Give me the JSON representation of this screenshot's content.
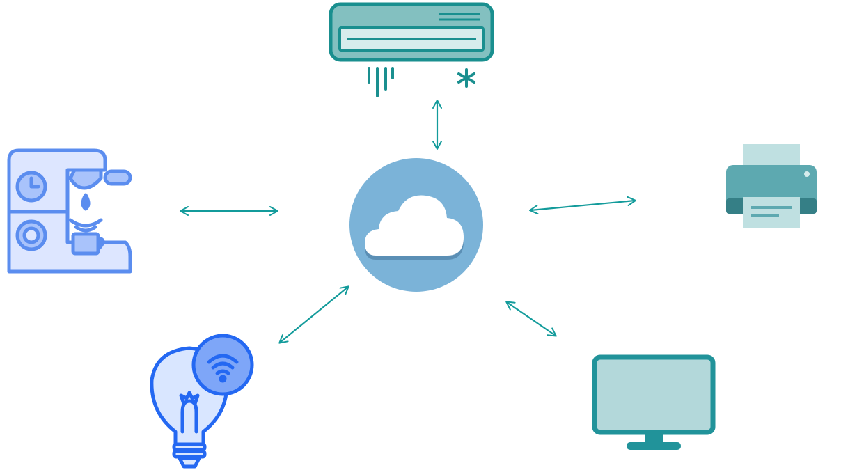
{
  "diagram": {
    "hub": {
      "icon": "cloud-icon"
    },
    "devices": [
      {
        "id": "air-conditioner",
        "icon": "air-conditioner-icon"
      },
      {
        "id": "coffee-machine",
        "icon": "coffee-machine-icon"
      },
      {
        "id": "printer",
        "icon": "printer-icon"
      },
      {
        "id": "smart-bulb",
        "icon": "smart-bulb-wifi-icon"
      },
      {
        "id": "monitor",
        "icon": "monitor-icon"
      }
    ],
    "connections": [
      {
        "from": "hub",
        "to": "air-conditioner",
        "bidirectional": true
      },
      {
        "from": "hub",
        "to": "coffee-machine",
        "bidirectional": true
      },
      {
        "from": "hub",
        "to": "printer",
        "bidirectional": true
      },
      {
        "from": "hub",
        "to": "smart-bulb",
        "bidirectional": true
      },
      {
        "from": "hub",
        "to": "monitor",
        "bidirectional": true
      }
    ],
    "colors": {
      "arrow": "#139b9b",
      "cloud_circle": "#7bb3d8",
      "cloud": "#ffffff",
      "ac_body": "#83c0c0",
      "ac_dark": "#1a8f8f",
      "coffee_fill": "#dde6ff",
      "coffee_stroke": "#5b8def",
      "printer_body": "#5da9b0",
      "printer_paper": "#bfe0e1",
      "bulb_fill": "#d9e6ff",
      "bulb_stroke": "#2468f2",
      "bulb_badge": "#7ea6f8",
      "monitor_screen": "#b3d8da",
      "monitor_frame": "#21939a"
    }
  }
}
